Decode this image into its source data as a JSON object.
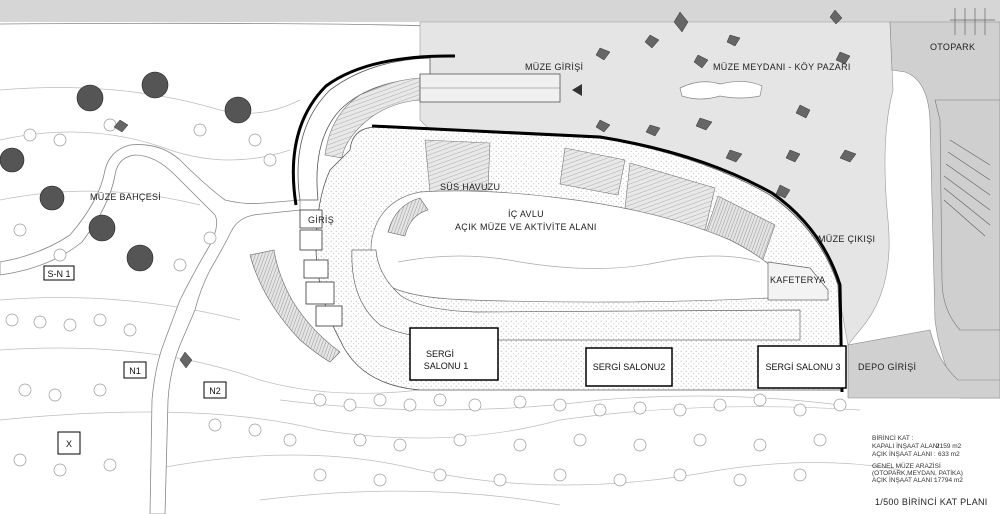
{
  "labels": {
    "otopark": "OTOPARK",
    "muze_girisi": "MÜZE GİRİŞİ",
    "muze_meydani": "MÜZE MEYDANI - KÖY PAZARI",
    "muze_bahcesi": "MÜZE BAHÇESİ",
    "sus_havuzu": "SÜS HAVUZU",
    "ic_avlu_1": "İÇ AVLU",
    "ic_avlu_2": "AÇIK MÜZE VE AKTİVİTE ALANI",
    "giris": "GİRİŞ",
    "muze_cikisi": "MÜZE ÇIKIŞI",
    "kafeterya": "KAFETERYA",
    "depo_girisi": "DEPO GİRİŞİ",
    "sergi_1_a": "SERGİ",
    "sergi_1_b": "SALONU 1",
    "sergi_2": "SERGİ  SALONU2",
    "sergi_3": "SERGİ SALONU  3",
    "sn1": "S-N 1",
    "n1": "N1",
    "n2": "N2",
    "x": "X",
    "plan_title": "1/500 BİRİNCİ KAT PLANI"
  },
  "area_table": {
    "heading": "BİRİNCİ KAT :",
    "kapali_label": "KAPALI İNŞAAT ALANI :",
    "kapali_value": "2159 m2",
    "acik_label": "AÇIK İNŞAAT ALANI :",
    "acik_value": "633  m2",
    "genel_1": "GENEL MÜZE ARAZİSİ",
    "genel_2": "(OTOPARK,MEYDAN, PATİKA)",
    "genel_label": "AÇIK İNŞAAT ALANI :",
    "genel_value": "17794 m2"
  },
  "colors": {
    "plaza": "#e6e6e6",
    "road": "#d3d3d3",
    "wall": "#000000",
    "line": "#8a8a8a",
    "tree": "#9a9a9a"
  }
}
